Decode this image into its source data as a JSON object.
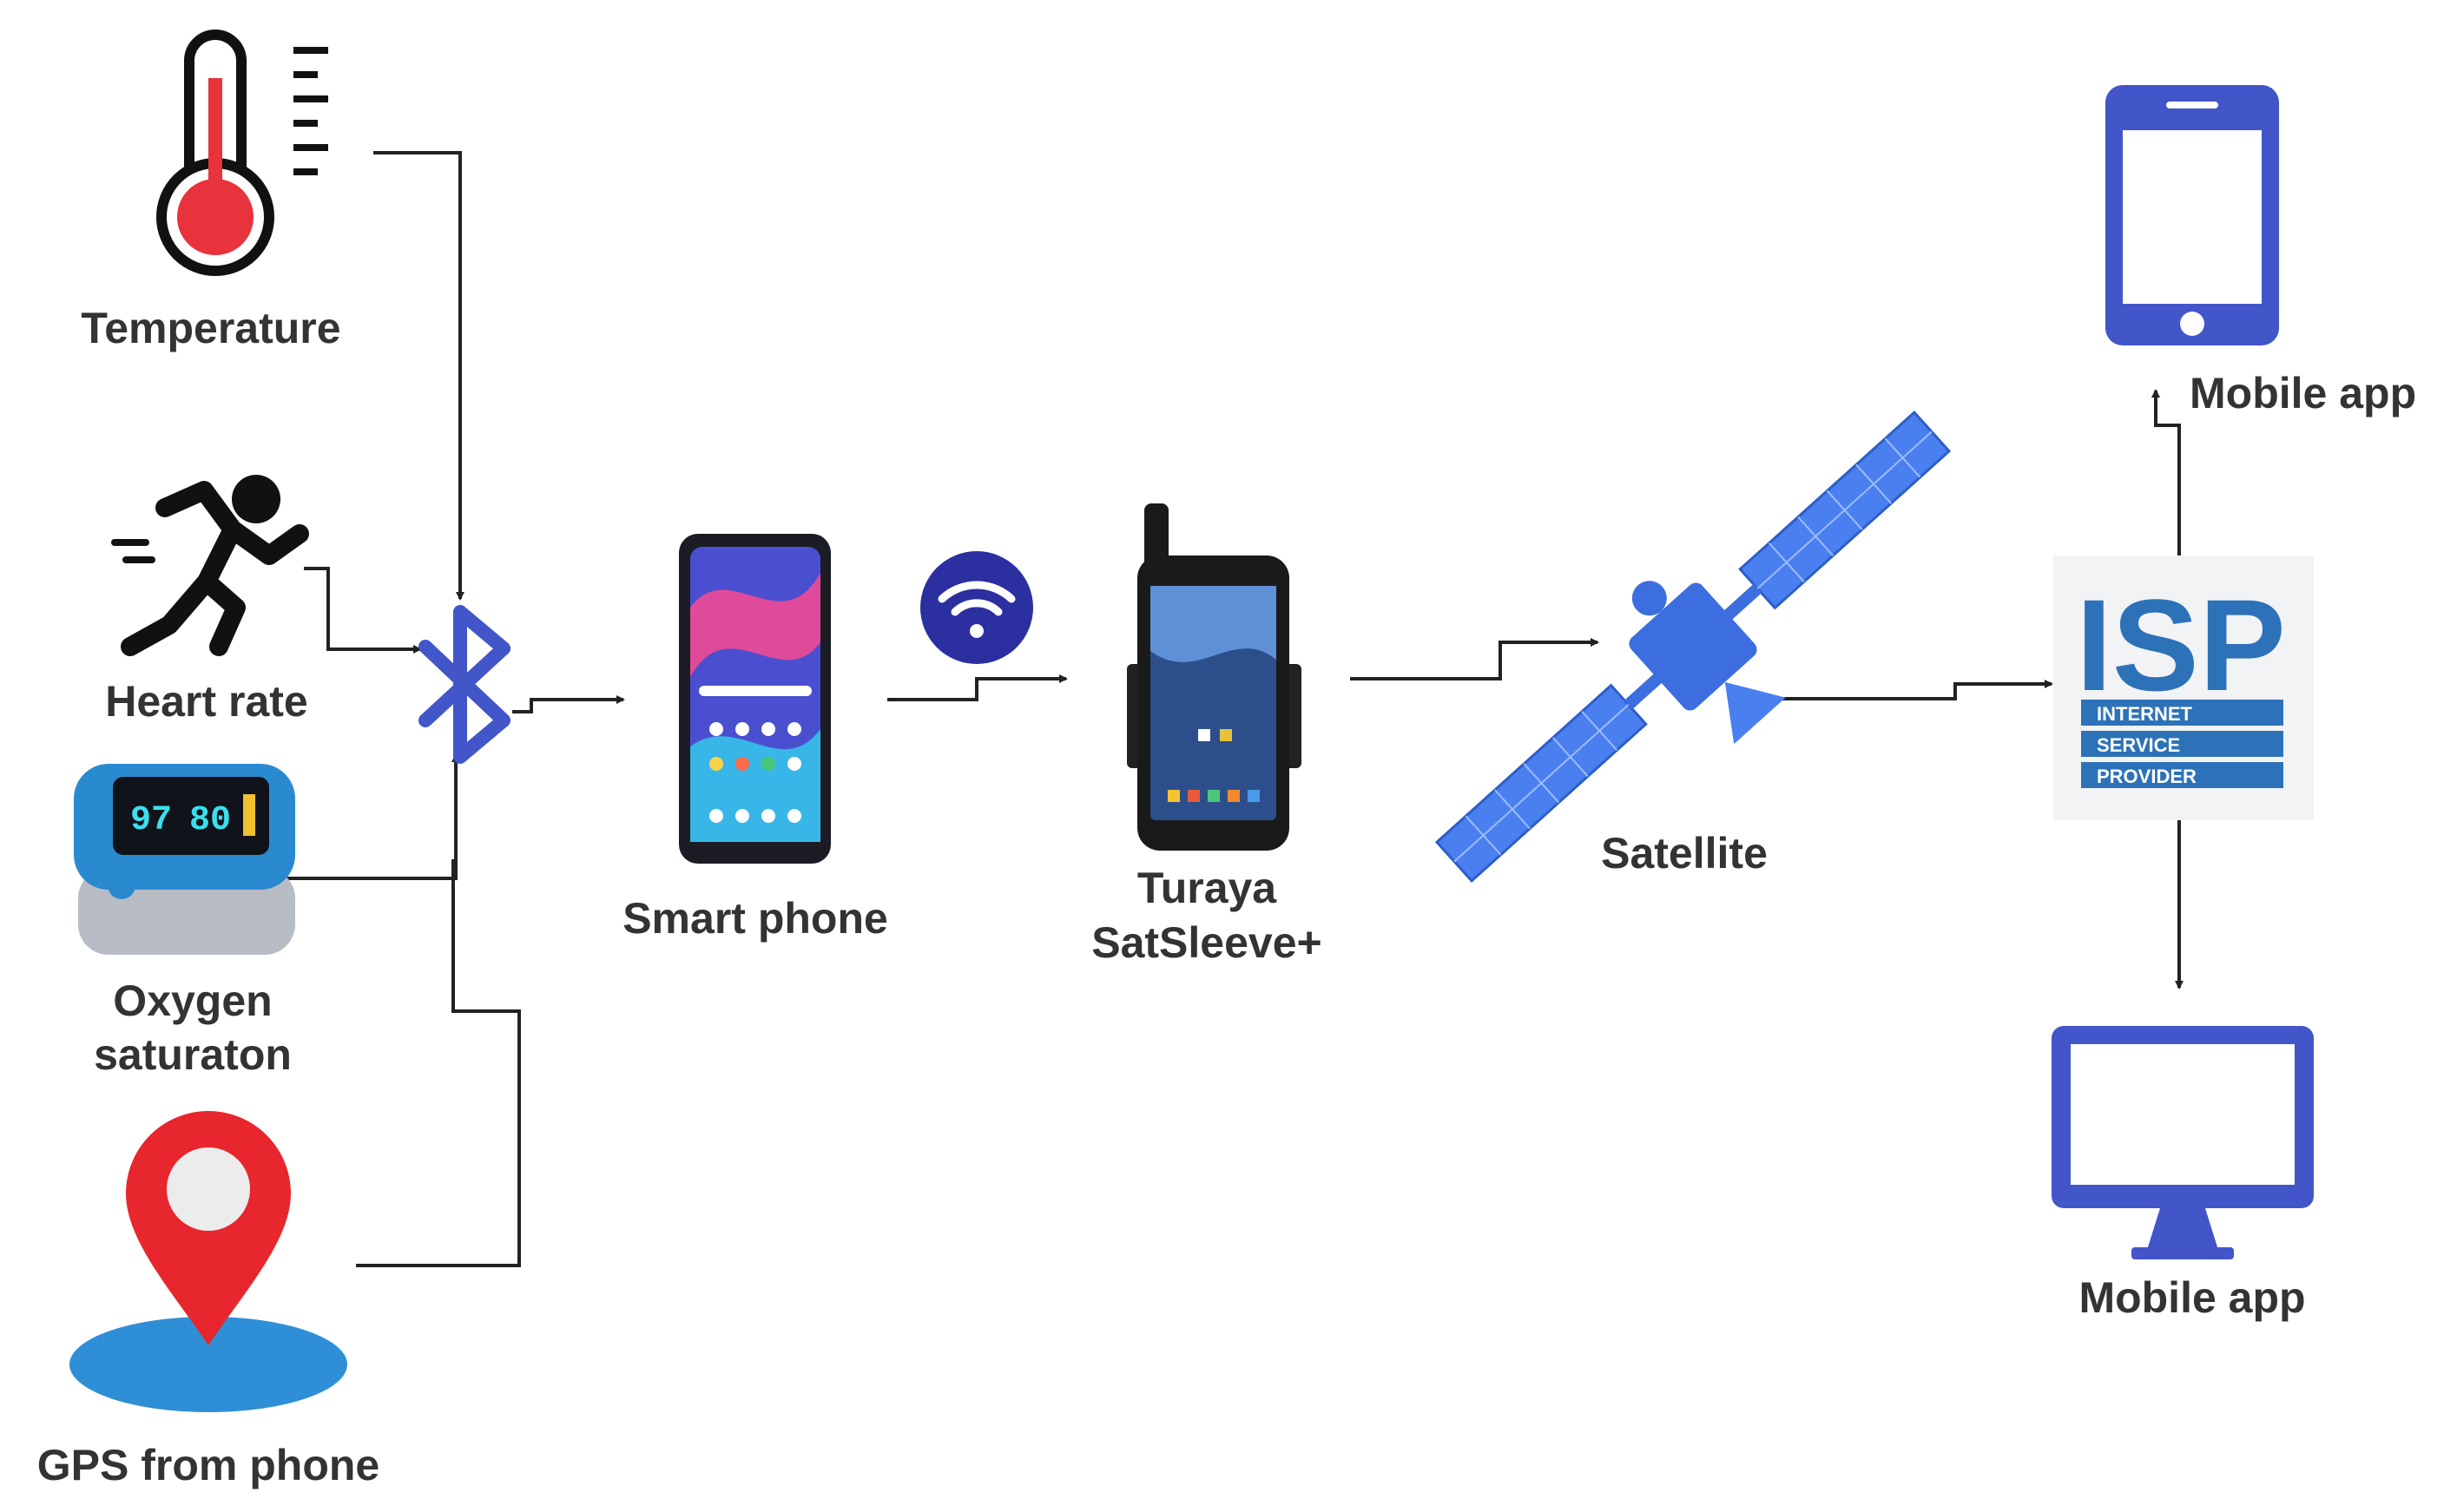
{
  "nodes": {
    "temperature": {
      "label": "Temperature",
      "icon": "thermometer-icon"
    },
    "heart_rate": {
      "label": "Heart rate",
      "icon": "runner-icon"
    },
    "oxygen": {
      "label_line1": "Oxygen",
      "label_line2": "saturaton",
      "icon": "pulse-oximeter-icon"
    },
    "gps": {
      "label": "GPS from phone",
      "icon": "map-pin-icon"
    },
    "bluetooth": {
      "icon": "bluetooth-icon"
    },
    "smartphone": {
      "label": "Smart phone",
      "icon": "smartphone-icon"
    },
    "wifi": {
      "icon": "wifi-icon"
    },
    "turaya": {
      "label_line1": "Turaya",
      "label_line2": "SatSleeve+",
      "icon": "satellite-phone-icon"
    },
    "satellite": {
      "label": "Satellite",
      "icon": "satellite-icon"
    },
    "isp": {
      "title": "ISP",
      "line1": "INTERNET",
      "line2": "SERVICE",
      "line3": "PROVIDER",
      "icon": "isp-logo"
    },
    "tablet_app": {
      "label": "Mobile app",
      "icon": "tablet-icon"
    },
    "desktop_app": {
      "label": "Mobile app",
      "icon": "monitor-icon"
    }
  },
  "colors": {
    "icon_blue": "#4255c9",
    "thermo_red": "#e8323c",
    "pin_red": "#e8262d",
    "pin_base": "#2f8fd6",
    "wire": "#222222",
    "label_text": "#333333",
    "isp_blue": "#2d72b8"
  }
}
